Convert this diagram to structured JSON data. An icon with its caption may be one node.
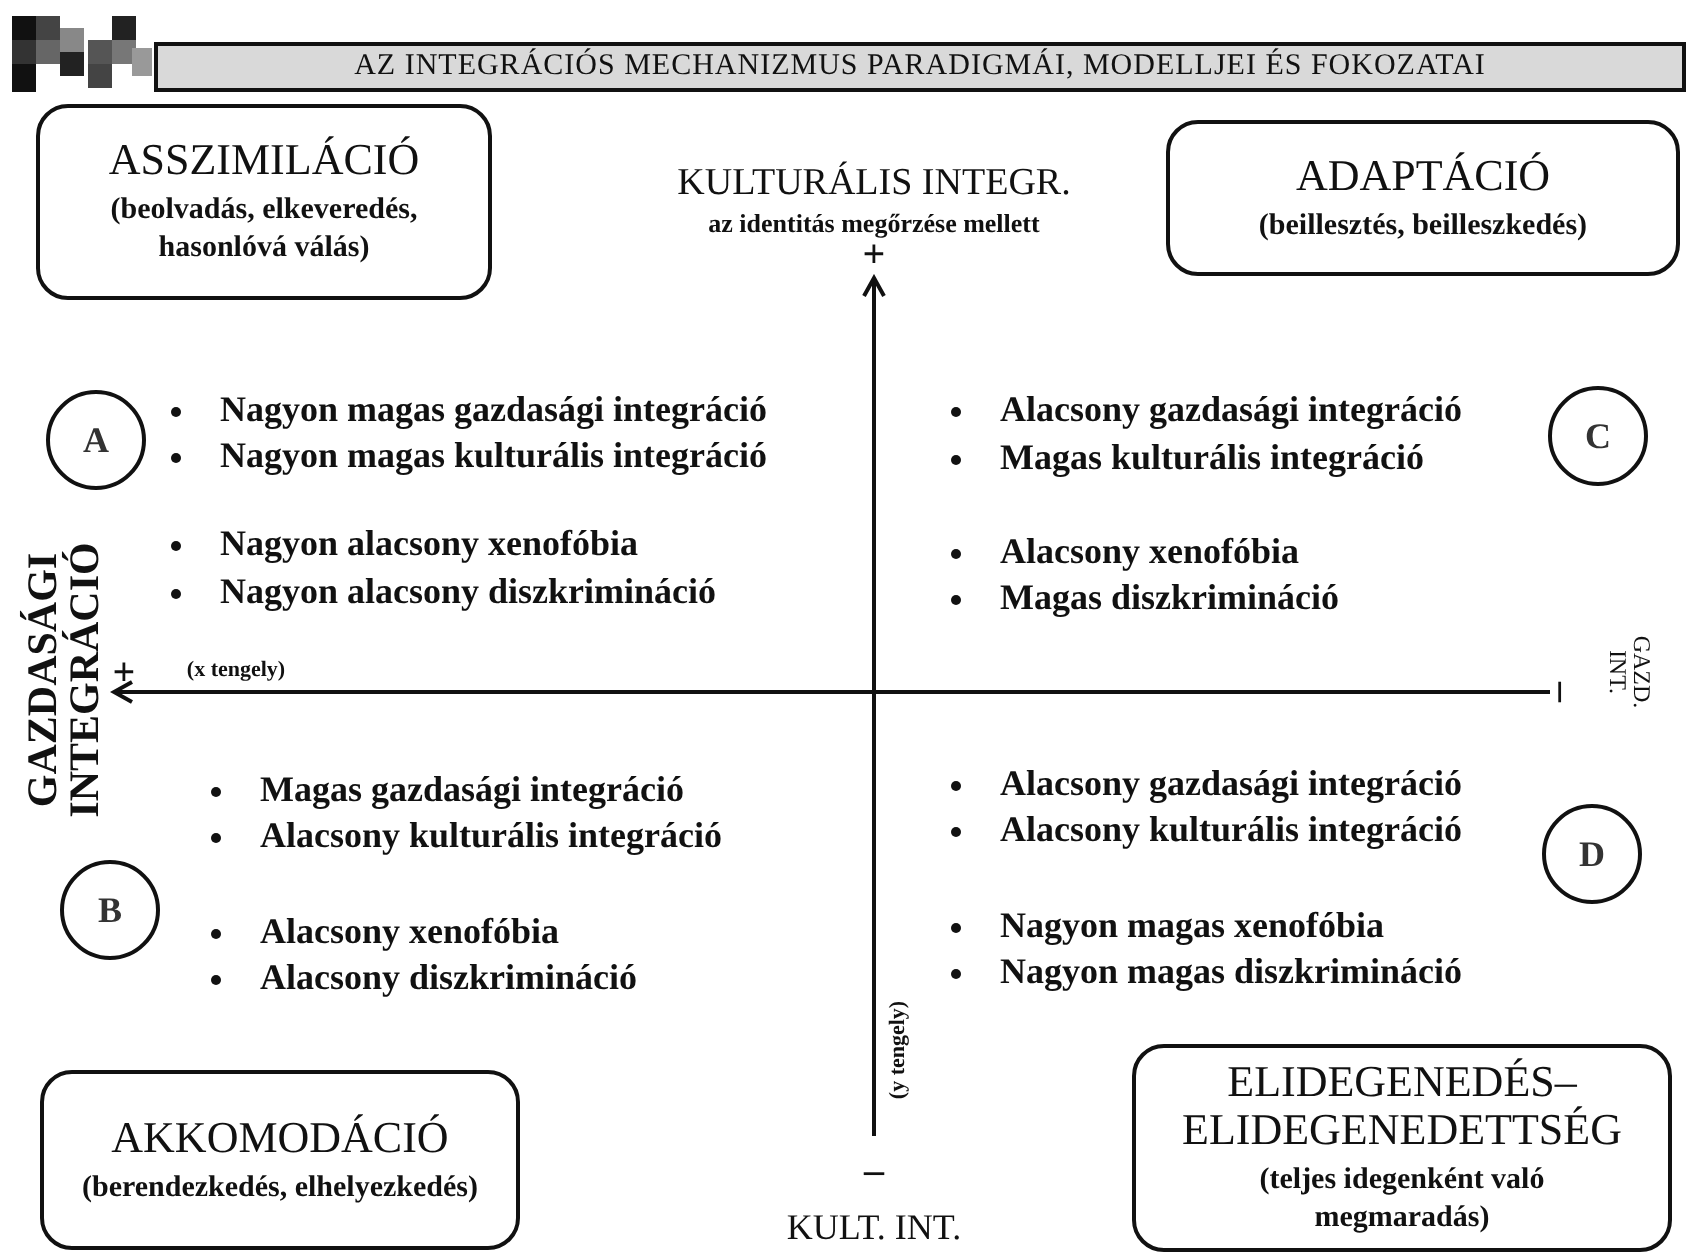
{
  "diagram": {
    "title": "AZ INTEGRÁCIÓS MECHANIZMUS PARADIGMÁI, MODELLJEI ÉS FOKOZATAI",
    "nodes": [
      {
        "text": [
          "ASSZIMILÁCIÓ",
          "(beolvadás, elkeveredés, hasonlóvá válás)"
        ]
      },
      {
        "text": [
          "ADAPTÁCIÓ",
          "(beillesztés, beilleszkedés)"
        ]
      },
      {
        "text": [
          "A"
        ]
      },
      {
        "text": [
          "C"
        ]
      },
      {
        "text": [
          "B"
        ]
      },
      {
        "text": [
          "D"
        ]
      },
      {
        "text": [
          "AKKOMODÁCIÓ",
          "(berendezkedés, elhelyezkedés)"
        ]
      },
      {
        "text": [
          "ELIDEGENEDÉS– ELIDEGENEDETTSÉG",
          "(teljes idegenként való megmaradás)"
        ]
      }
    ],
    "labels": [
      "KULTURÁLIS INTEGR.",
      "az identitás megőrzése mellett",
      "+",
      "Nagyon magas gazdasági integráció",
      "Nagyon magas kulturális integráció",
      "Nagyon alacsony xenofóbia",
      "Nagyon alacsony diszkrimináció",
      "Alacsony gazdasági integráció",
      "Magas kulturális integráció",
      "Alacsony xenofóbia",
      "Magas diszkrimináció",
      "GAZDASÁGI INTEGRÁCIÓ",
      "+",
      "(x tengely)",
      "–",
      "GAZD. INT.",
      "Magas gazdasági integráció",
      "Alacsony kulturális integráció",
      "Alacsony xenofóbia",
      "Alacsony diszkrimináció",
      "Alacsony gazdasági integráció",
      "Alacsony kulturális integráció",
      "Nagyon magas xenofóbia",
      "Nagyon magas diszkrimináció",
      "(y tengely)",
      "–",
      "KULT. INT."
    ]
  }
}
